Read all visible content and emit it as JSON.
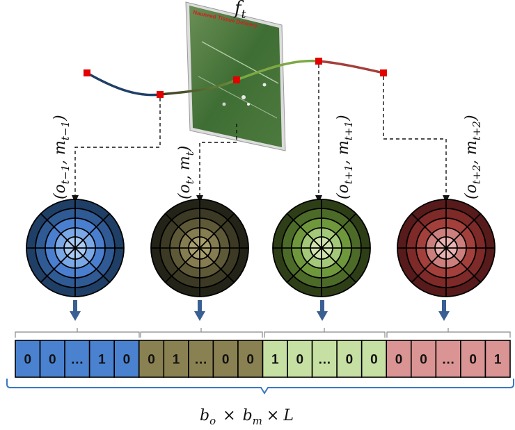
{
  "frame_label": "f_t",
  "frame_caption": "Nauneed Tissue Delivery",
  "trajectory_colors": [
    "#1f3f66",
    "#3c3a24",
    "#7ea845",
    "#a3403c"
  ],
  "keypoint_color": "#e30000",
  "descriptors": [
    {
      "label_main": "(o",
      "label_sub1": "t−1",
      "label_mid": ", m",
      "label_sub2": "t−1",
      "label_end": ")",
      "ring_colors": [
        "#1f3f66",
        "#2f5a94",
        "#4a7fcf",
        "#7aa8e6",
        "#a9c8f2"
      ],
      "bin_color": "#4a82d0",
      "bits": [
        "0",
        "0",
        "…",
        "1",
        "0"
      ]
    },
    {
      "label_main": "(o",
      "label_sub1": "t",
      "label_mid": ", m",
      "label_sub2": "t",
      "label_end": ")",
      "ring_colors": [
        "#232317",
        "#3c3a24",
        "#5e5a38",
        "#857d51",
        "#a89e6c"
      ],
      "bin_color": "#8a8152",
      "bits": [
        "0",
        "1",
        "…",
        "0",
        "0"
      ]
    },
    {
      "label_main": "(o",
      "label_sub1": "t+1",
      "label_mid": ", m",
      "label_sub2": "t+1",
      "label_end": ")",
      "ring_colors": [
        "#2e3f18",
        "#4d6b28",
        "#6f983c",
        "#a4c879",
        "#cfe3ae"
      ],
      "bin_color": "#c6dfa2",
      "bits": [
        "1",
        "0",
        "…",
        "0",
        "0"
      ]
    },
    {
      "label_main": "(o",
      "label_sub1": "t+2",
      "label_mid": ", m",
      "label_sub2": "t+2",
      "label_end": ")",
      "ring_colors": [
        "#561b1a",
        "#7e2a28",
        "#a3403c",
        "#cc7f7c",
        "#e8b2b0"
      ],
      "bin_color": "#d99493",
      "bits": [
        "0",
        "0",
        "…",
        "0",
        "1"
      ]
    }
  ],
  "length_label": {
    "b1": "b",
    "b1_sub": "o",
    "times1": "×",
    "b2": "b",
    "b2_sub": "m",
    "times2": "×",
    "L": "L"
  }
}
